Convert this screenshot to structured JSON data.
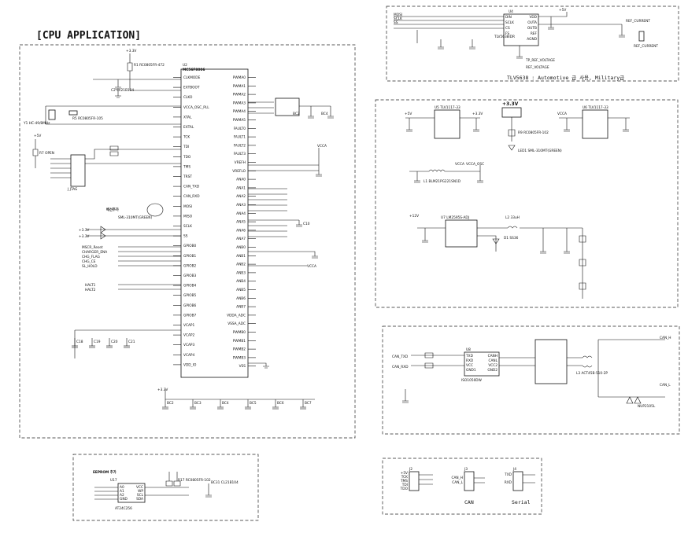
{
  "title": "[CPU APPLICATION]",
  "cpu": {
    "ref": "U2",
    "part": "MC56F8006",
    "left_pins": [
      "CLKMODE",
      "EXTBOOT",
      "CLKO",
      "VCCA_OSC_PLL",
      "XTAL",
      "EXTAL",
      "TCK",
      "TDI",
      "TDO",
      "TMS",
      "TRST",
      "CAN_TXD",
      "CAN_RXD",
      "MOSI",
      "MISO",
      "SCLK",
      "SS",
      "GPIOB0",
      "GPIOB1",
      "GPIOB2",
      "GPIOB3",
      "GPIOB4",
      "GPIOB5",
      "GPIOB6",
      "GPIOB7",
      "VCAP1",
      "VCAP2",
      "VCAP3",
      "VCAP4",
      "VDD_IO"
    ],
    "right_pins": [
      "PWMA0",
      "PWMA1",
      "PWMA2",
      "PWMA3",
      "PWMA4",
      "PWMA5",
      "FAULT0",
      "FAULT1",
      "FAULT2",
      "FAULT3",
      "VREFH",
      "VREFLO",
      "ANA0",
      "ANA1",
      "ANA2",
      "ANA3",
      "ANA4",
      "ANA5",
      "ANA6",
      "ANA7",
      "ANB0",
      "ANB1",
      "ANB2",
      "ANB3",
      "ANB4",
      "ANB5",
      "ANB6",
      "ANB7",
      "VDDA_ADC",
      "VSSA_ADC",
      "PWMB0",
      "PWMB1",
      "PWMB2",
      "PWMB3",
      "VSS"
    ]
  },
  "parts": {
    "r1": "R1 RC0805FR-472",
    "c2": "C2 CL21B104",
    "y1": "Y1 HC-49/8MHz",
    "r5": "R5 RC0805FR-105",
    "r7": "R7 OPEN",
    "j_jtag": "J JTAG",
    "led_add": "배선추가",
    "led1_part": "SML-310MT(GREEN)",
    "misc_signals": [
      "MSCR_Reset",
      "CHARGER_ENA",
      "CHG_FLAG",
      "CHG_CE",
      "SL_HOLD"
    ],
    "halt": [
      "HALT1",
      "HALT2"
    ],
    "caps_bottom": [
      "C18",
      "C19",
      "C20",
      "C21",
      "BC2",
      "BC3",
      "BC4",
      "BC5",
      "BC6",
      "BC7"
    ],
    "pwr_left": "+3.3V",
    "vcca": "VCCA"
  },
  "dac": {
    "ref": "U4",
    "part": "TLV5638IDR",
    "pins": [
      "DIN",
      "SCLK",
      "CS",
      "FS",
      "VDD",
      "OUTA",
      "OUTB",
      "REF",
      "AGND"
    ],
    "signal_out": "REF_CURRENT",
    "tp": "TP_REF_VOLTAGE",
    "label_voltage": "REF_VOLTAGE",
    "label_current": "REF_CURRENT",
    "note": "TLV5638 : Automotive 급 사용, Military급"
  },
  "power": {
    "rail": "+3.3V",
    "u5": "U5 TLV1117-33",
    "u6": "U6 TLV1117-33",
    "u7": "U7 LM2595S-ADJ",
    "l1": "L1 BLM21PG221SN1D",
    "l2": "L2 33uH",
    "d1": "D1 SS36",
    "led2": "LED1 SML-310MT(GREEN)",
    "vcca_osc": "VCCA_OSC",
    "rails": [
      "+5V",
      "+3.3V",
      "VCCA",
      "+12V"
    ]
  },
  "can": {
    "ref": "U8",
    "part": "ISO1050DW",
    "pins": [
      "TXD",
      "RXD",
      "VCC",
      "GND1",
      "CANH",
      "CANL",
      "VCC2",
      "GND2"
    ],
    "inputs": [
      "CAN_TXD",
      "CAN_RXD"
    ],
    "outputs": [
      "CAN_H",
      "CAN_L"
    ],
    "choke": "L3 ACT45B-510-2P",
    "tvs": "NUP2105L"
  },
  "eeprom": {
    "label": "EEPROM 추가",
    "ref": "U17",
    "part": "AT24C256",
    "pins": [
      "A0",
      "A1",
      "A2",
      "GND",
      "VCC",
      "WP",
      "SCL",
      "SDA"
    ],
    "r": "R17 RC0805FR-102",
    "c": "BC31 CL21B104"
  },
  "connectors": {
    "j2": "J2",
    "j3": "J3",
    "j4": "J4",
    "can_label": "CAN",
    "serial_label": "Serial",
    "j2_pins": [
      "+5V",
      "TCK",
      "TMS",
      "TDI",
      "TDO"
    ],
    "j3_pins": [
      "CAN_H",
      "CAN_L"
    ],
    "j4_pins": [
      "TXD",
      "RXD"
    ]
  }
}
